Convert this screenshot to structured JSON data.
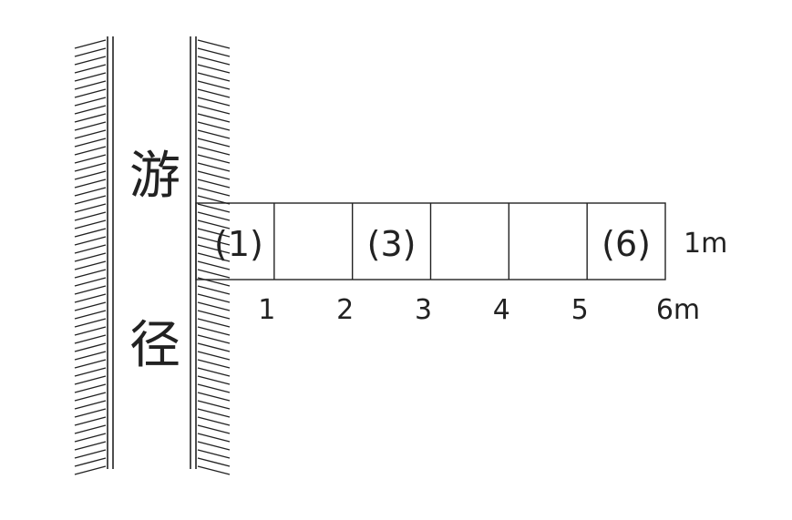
{
  "path_label": [
    "游",
    "径"
  ],
  "cells": [
    {
      "label": "(1)"
    },
    {
      "label": ""
    },
    {
      "label": "(3)"
    },
    {
      "label": ""
    },
    {
      "label": ""
    },
    {
      "label": "(6)"
    }
  ],
  "height_label": "1m",
  "axis_labels": [
    "1",
    "2",
    "3",
    "4",
    "5",
    "6m"
  ],
  "colors": {
    "line": "#222222",
    "background": "#ffffff"
  }
}
